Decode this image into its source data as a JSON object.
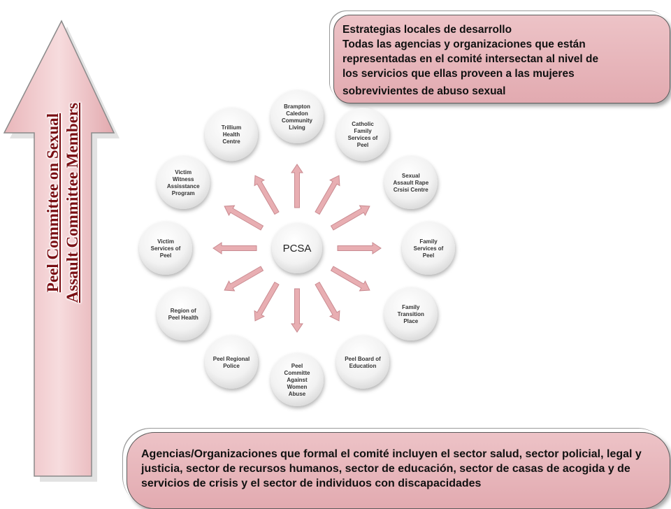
{
  "side_arrow": {
    "line1": "Peel Committee on  Sexual",
    "line2": "Assault Committee  Members",
    "fill_color": "#f0c8cb",
    "stroke_color": "#8a8a8a"
  },
  "top_callout": {
    "title": "Estrategias locales de desarrollo",
    "body_line1": "Todas las agencias y organizaciones que están",
    "body_line2": "representadas en el comité intersectan al nivel de",
    "body_line3": "los servicios que ellas proveen a las mujeres",
    "body_line4": "sobrevivientes de abuso sexual"
  },
  "bottom_callout": {
    "text": "Agencias/Organizaciones que formal el comité incluyen el sector salud, sector policial, legal  y justicia, sector de recursos humanos, sector de educación, sector de casas de acogida y de servicios de crisis y el sector de individuos con discapacidades"
  },
  "diagram": {
    "hub": "PCSA",
    "arrow_color": "#e8aeb2",
    "nodes": [
      {
        "lines": [
          "Brampton",
          "Caledon",
          "Community",
          "Living"
        ]
      },
      {
        "lines": [
          "Catholic",
          "Family",
          "Services of",
          "Peel"
        ]
      },
      {
        "lines": [
          "Sexual",
          "Assault Rape",
          "Crsisi Centre"
        ]
      },
      {
        "lines": [
          "Family",
          "Services of",
          "Peel"
        ]
      },
      {
        "lines": [
          "Family",
          "Transition",
          "Place"
        ]
      },
      {
        "lines": [
          "Peel Board of",
          "Education"
        ]
      },
      {
        "lines": [
          "Peel",
          "Committe",
          "Against",
          "Women",
          "Abuse"
        ]
      },
      {
        "lines": [
          "Peel Regional",
          "Police"
        ]
      },
      {
        "lines": [
          "Region of",
          "Peel Health"
        ]
      },
      {
        "lines": [
          "Victim",
          "Services of",
          "Peel"
        ]
      },
      {
        "lines": [
          "Victim",
          "Witness",
          "Assisstance",
          "Program"
        ]
      },
      {
        "lines": [
          "Trillium",
          "Health",
          "Centre"
        ]
      }
    ]
  }
}
